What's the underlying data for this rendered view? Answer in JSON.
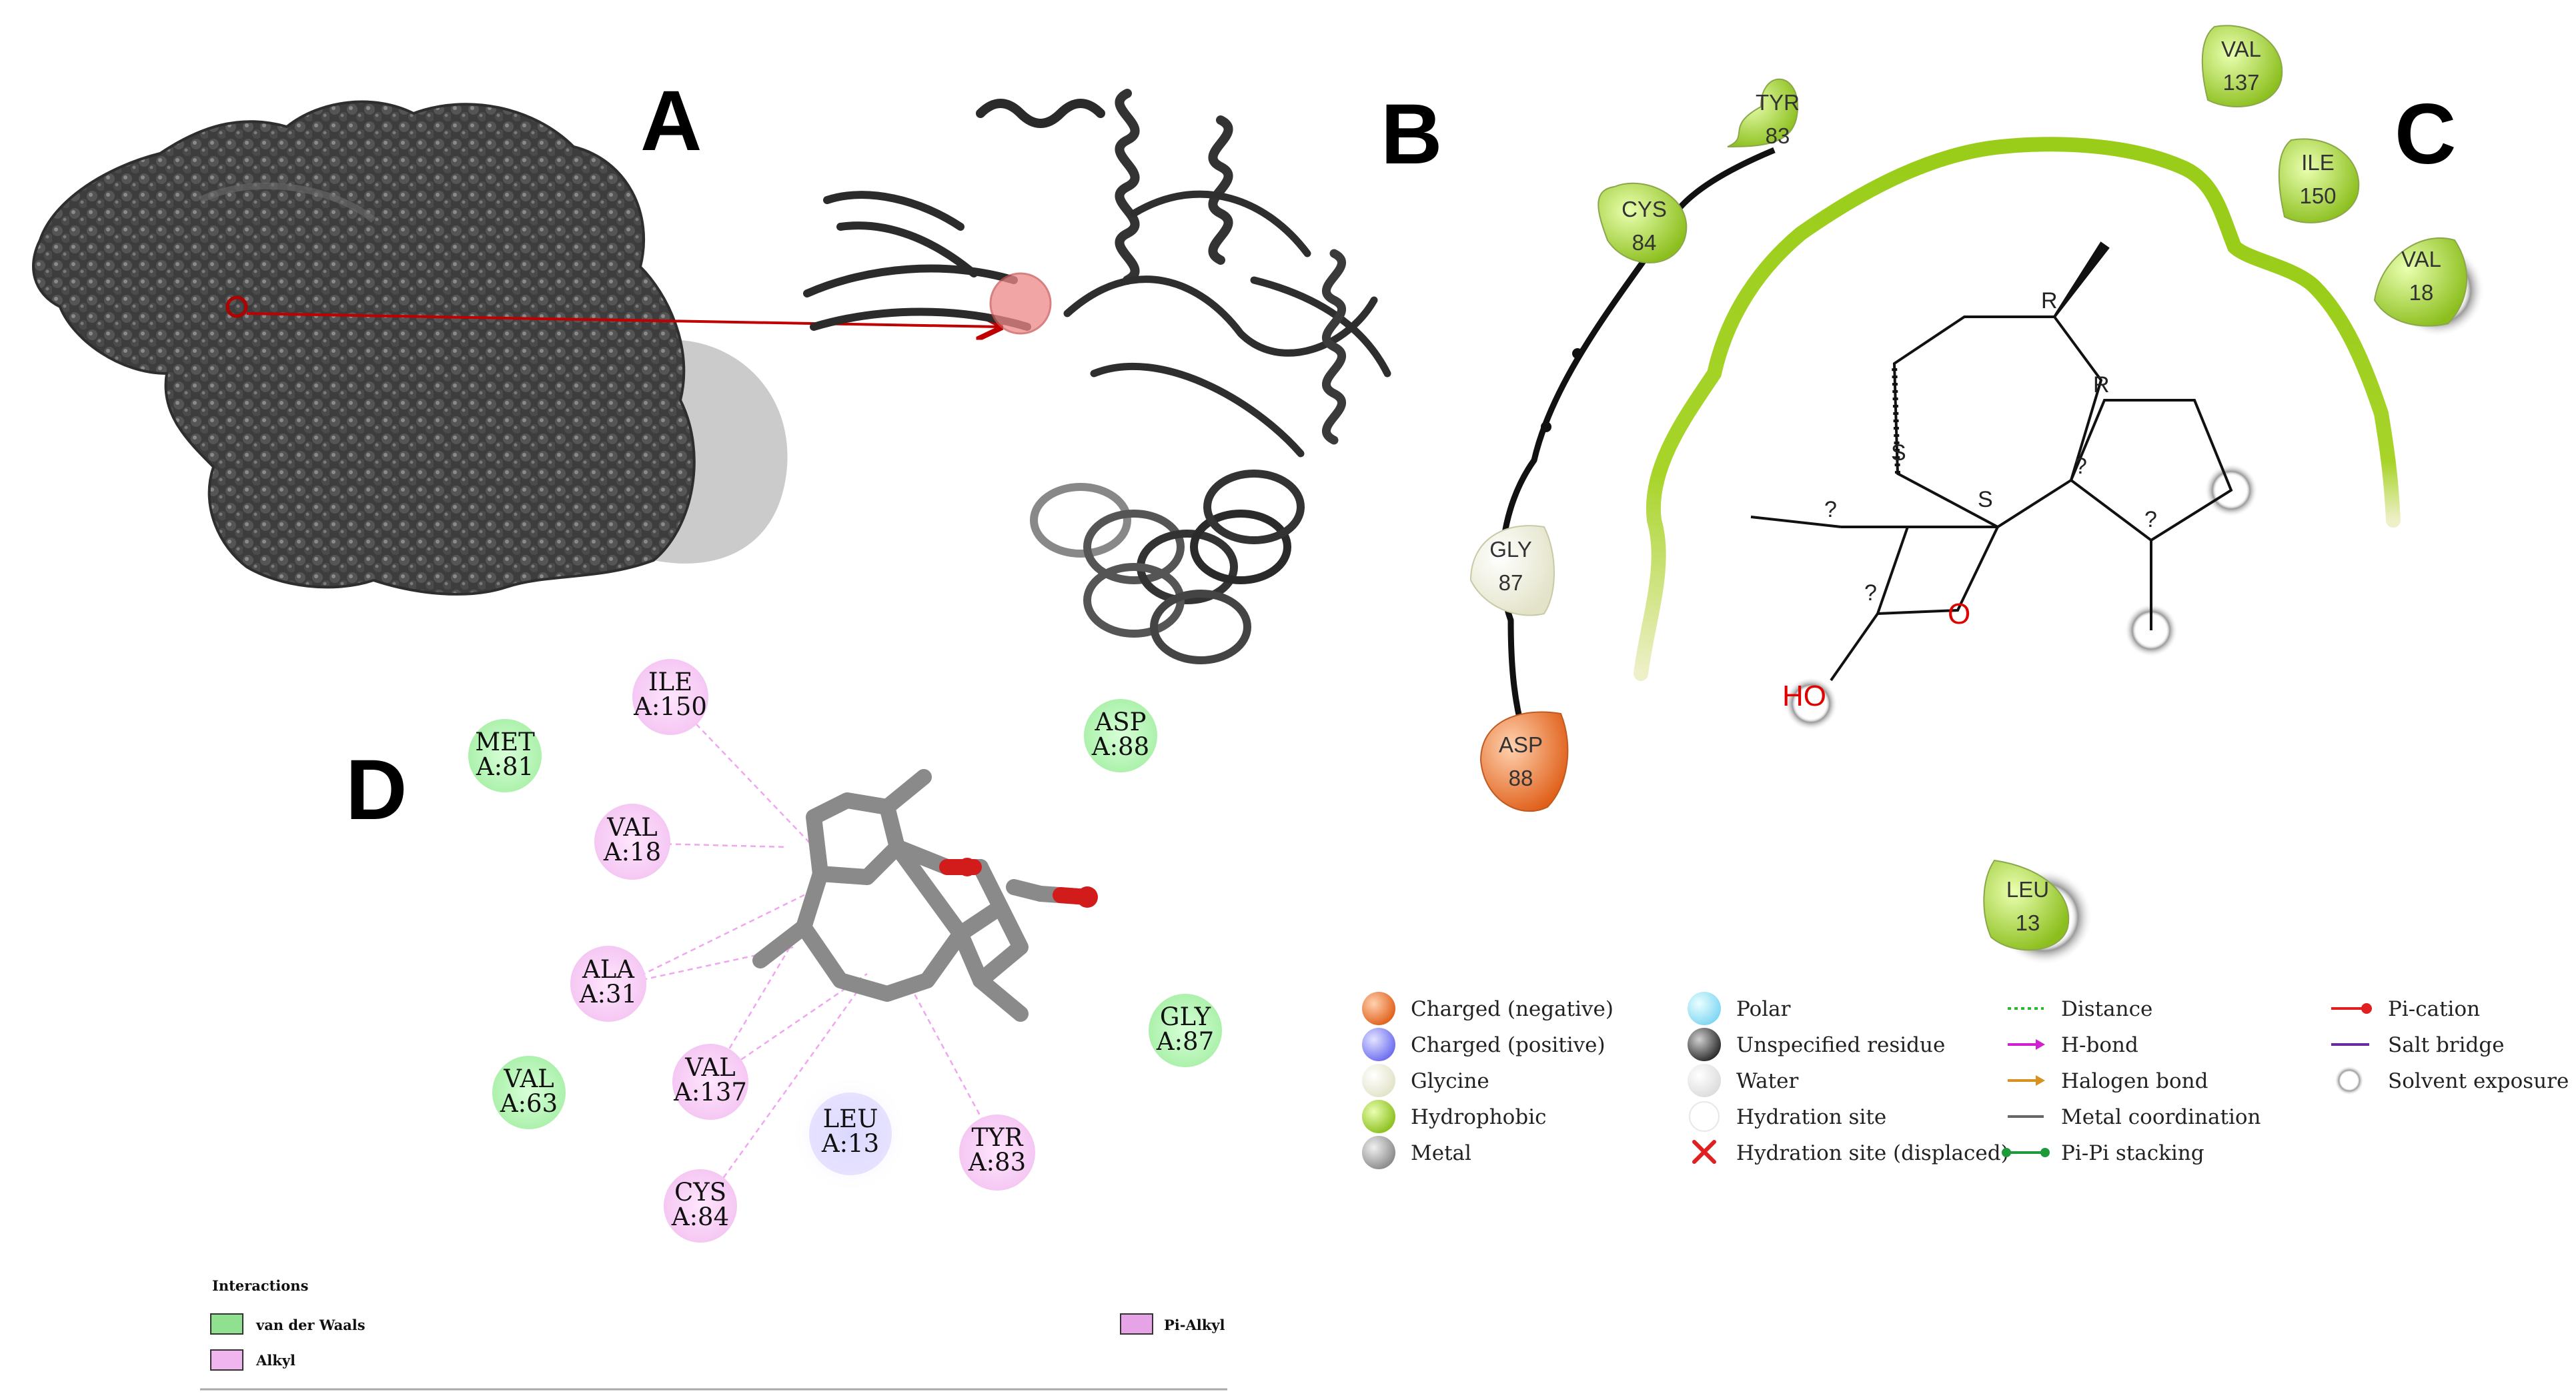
{
  "panels": {
    "a": "A",
    "b": "B",
    "c": "C",
    "d": "D"
  },
  "panel_c": {
    "residues": [
      {
        "name": "TYR",
        "num": "83",
        "color": "#b7d75d"
      },
      {
        "name": "CYS",
        "num": "84",
        "color": "#b7d75d"
      },
      {
        "name": "GLY",
        "num": "87",
        "color": "#f1f1dc"
      },
      {
        "name": "ASP",
        "num": "88",
        "color": "#e07030"
      },
      {
        "name": "VAL",
        "num": "137",
        "color": "#b7d75d"
      },
      {
        "name": "ILE",
        "num": "150",
        "color": "#b7d75d"
      },
      {
        "name": "VAL",
        "num": "18",
        "color": "#b7d75d"
      },
      {
        "name": "LEU",
        "num": "13",
        "color": "#b7d75d"
      }
    ],
    "ligand_labels": {
      "r1": "R",
      "r2": "R",
      "s1": "S",
      "s2": "S",
      "q1": "?",
      "q2": "?",
      "q3": "?",
      "q4": "?",
      "o": "O",
      "ho": "HO"
    }
  },
  "panel_d": {
    "residues": [
      {
        "name": "MET",
        "chain": "A:81",
        "type": "vdw"
      },
      {
        "name": "ILE",
        "chain": "A:150",
        "type": "alkyl"
      },
      {
        "name": "VAL",
        "chain": "A:18",
        "type": "alkyl"
      },
      {
        "name": "ALA",
        "chain": "A:31",
        "type": "alkyl"
      },
      {
        "name": "VAL",
        "chain": "A:63",
        "type": "vdw"
      },
      {
        "name": "VAL",
        "chain": "A:137",
        "type": "alkyl"
      },
      {
        "name": "CYS",
        "chain": "A:84",
        "type": "alkyl"
      },
      {
        "name": "LEU",
        "chain": "A:13",
        "type": "alkyl"
      },
      {
        "name": "TYR",
        "chain": "A:83",
        "type": "alkyl"
      },
      {
        "name": "ASP",
        "chain": "A:88",
        "type": "vdw"
      },
      {
        "name": "GLY",
        "chain": "A:87",
        "type": "vdw"
      }
    ],
    "legend_title": "Interactions",
    "legend": [
      {
        "label": "van der Waals",
        "color": "#8fe08f"
      },
      {
        "label": "Alkyl",
        "color": "#f0b4ee"
      },
      {
        "label": "Pi-Alkyl",
        "color": "#e6a3e6"
      }
    ]
  },
  "legend_c": {
    "columns": [
      [
        {
          "label": "Charged (negative)",
          "symbol": "orange-sphere-icon"
        },
        {
          "label": "Charged (positive)",
          "symbol": "blue-sphere-icon"
        },
        {
          "label": "Glycine",
          "symbol": "glycine-sphere-icon"
        },
        {
          "label": "Hydrophobic",
          "symbol": "green-sphere-icon"
        },
        {
          "label": "Metal",
          "symbol": "grey-sphere-icon"
        }
      ],
      [
        {
          "label": "Polar",
          "symbol": "cyan-sphere-icon"
        },
        {
          "label": "Unspecified residue",
          "symbol": "dark-sphere-icon"
        },
        {
          "label": "Water",
          "symbol": "white-sphere-icon"
        },
        {
          "label": "Hydration site",
          "symbol": "hydration-site-icon"
        },
        {
          "label": "Hydration site (displaced)",
          "symbol": "red-cross-icon"
        }
      ],
      [
        {
          "label": "Distance",
          "symbol": "dotted-green-line-icon"
        },
        {
          "label": "H-bond",
          "symbol": "magenta-arrow-icon"
        },
        {
          "label": "Halogen bond",
          "symbol": "orange-arrow-icon"
        },
        {
          "label": "Metal coordination",
          "symbol": "grey-line-icon"
        },
        {
          "label": "Pi-Pi stacking",
          "symbol": "green-dot-line-icon"
        }
      ],
      [
        {
          "label": "Pi-cation",
          "symbol": "red-dot-line-icon"
        },
        {
          "label": "Salt bridge",
          "symbol": "purple-line-icon"
        },
        {
          "label": "Solvent exposure",
          "symbol": "grey-ring-icon"
        }
      ]
    ]
  }
}
